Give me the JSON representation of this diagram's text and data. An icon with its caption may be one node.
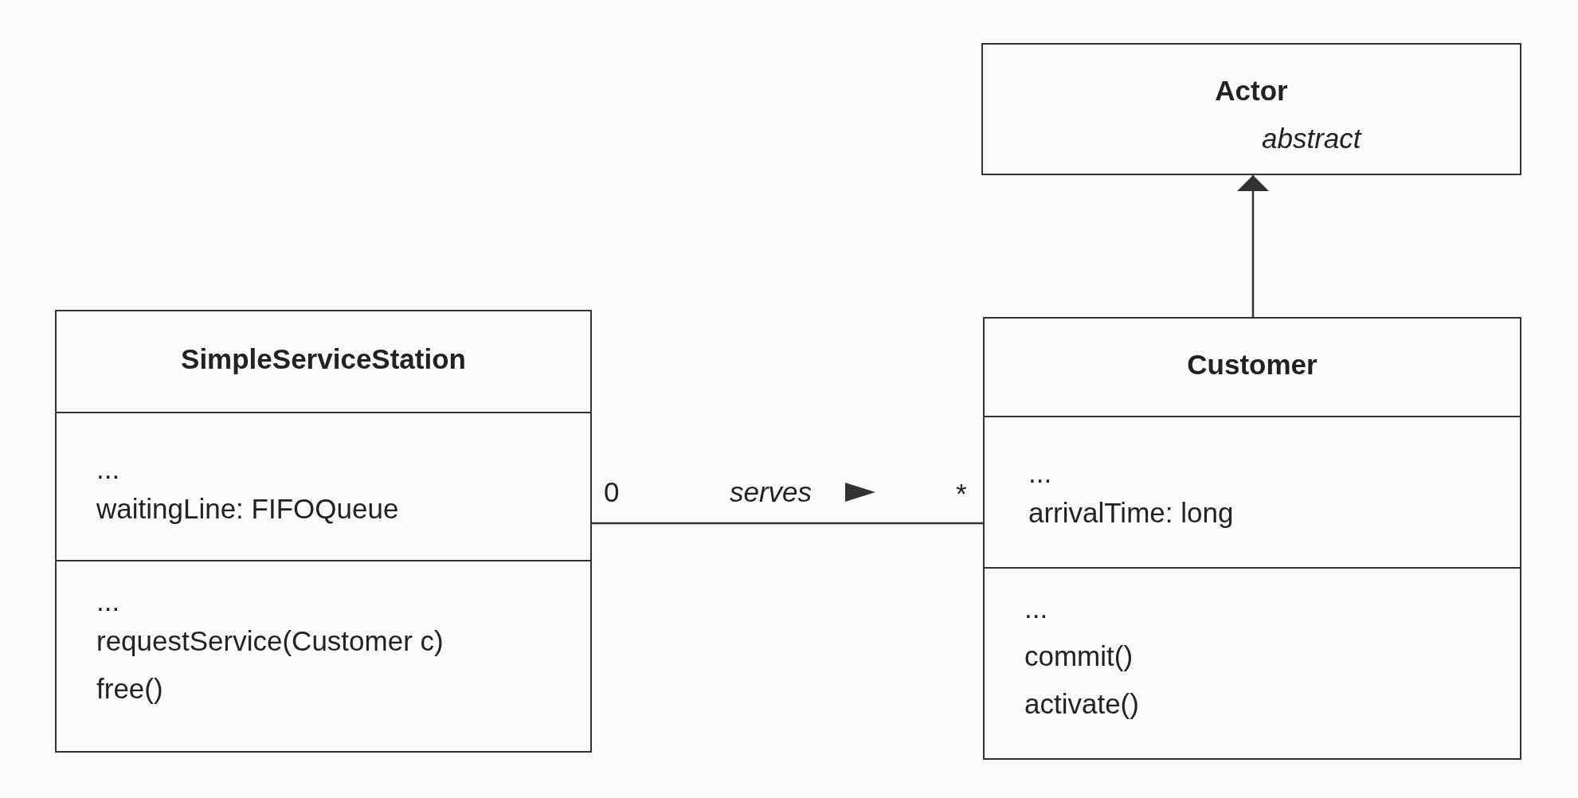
{
  "diagram": {
    "nodes": [
      {
        "text": [
          "Actor",
          "abstract"
        ]
      },
      {
        "text": [
          "SimpleServiceStation",
          "...",
          "waitingLine: FIFOQueue",
          "...",
          "requestService(Customer c)",
          "free()"
        ]
      },
      {
        "text": [
          "Customer",
          "...",
          "arrivalTime: long",
          "...",
          "commit()",
          "activate()"
        ]
      }
    ],
    "edges": [
      {
        "from": 2,
        "to": 0,
        "arrow": "to"
      },
      {
        "from": 1,
        "to": 2,
        "arrow": "none",
        "label": "serves"
      }
    ],
    "labels": [
      "0",
      "*"
    ]
  }
}
